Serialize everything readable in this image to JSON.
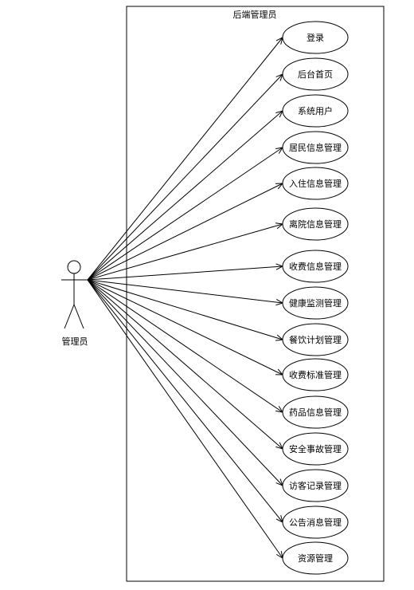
{
  "system": {
    "name": "后端管理员"
  },
  "actor": {
    "label": "管理员"
  },
  "use_cases": [
    {
      "label": "登录"
    },
    {
      "label": "后台首页"
    },
    {
      "label": "系统用户"
    },
    {
      "label": "居民信息管理"
    },
    {
      "label": "入住信息管理"
    },
    {
      "label": "离院信息管理"
    },
    {
      "label": "收费信息管理"
    },
    {
      "label": "健康监测管理"
    },
    {
      "label": "餐饮计划管理"
    },
    {
      "label": "收费标准管理"
    },
    {
      "label": "药品信息管理"
    },
    {
      "label": "安全事故管理"
    },
    {
      "label": "访客记录管理"
    },
    {
      "label": "公告消息管理"
    },
    {
      "label": "资源管理"
    }
  ]
}
